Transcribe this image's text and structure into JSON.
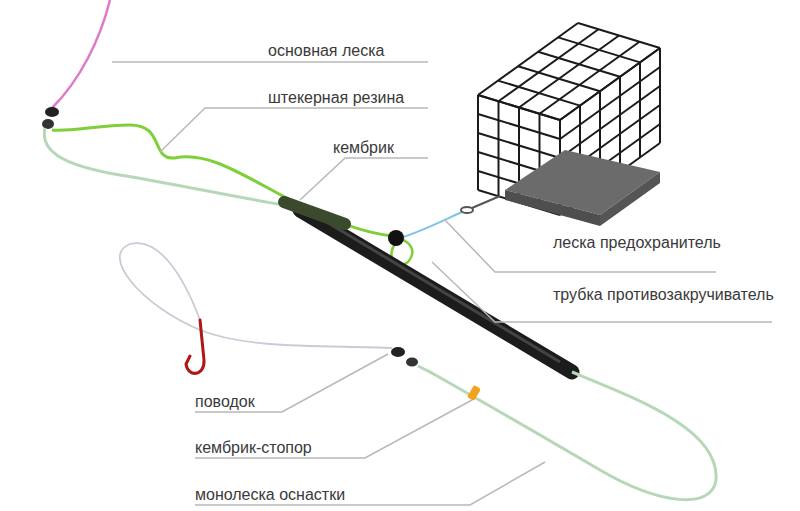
{
  "diagram": {
    "labels": [
      "основная леска",
      "штекерная резина",
      "кембрик",
      "леска предохранитель",
      "трубка противозакручиватель",
      "поводок",
      "кембрик-стопор",
      "монолеска оснастки"
    ]
  }
}
